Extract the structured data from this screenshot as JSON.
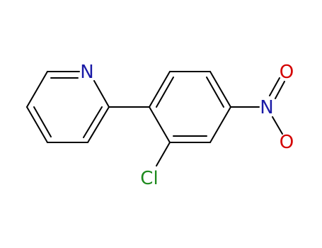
{
  "molecule": {
    "atoms": {
      "pyridine_n": {
        "symbol": "N",
        "color": "#1a1aa6"
      },
      "chlorine": {
        "symbol": "Cl",
        "color": "#1e8a1e"
      },
      "nitro_n": {
        "symbol": "N",
        "color": "#1a1aa6"
      },
      "nitro_o_top": {
        "symbol": "O",
        "color": "#d40000"
      },
      "nitro_o_bottom": {
        "symbol": "O",
        "color": "#d40000"
      }
    },
    "bond_color": "#000000"
  }
}
